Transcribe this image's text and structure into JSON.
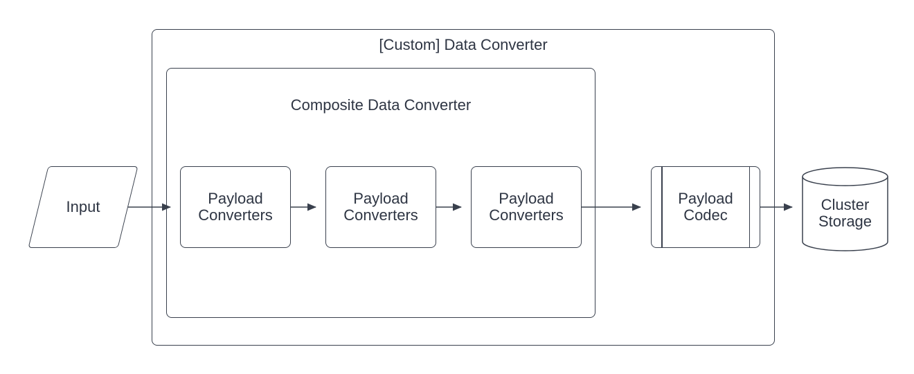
{
  "diagram": {
    "background": "#ffffff",
    "colors": {
      "stroke": "#39404d",
      "text": "#2e3543"
    },
    "containers": {
      "outer": {
        "label": "[Custom] Data Converter"
      },
      "inner": {
        "label": "Composite Data Converter"
      }
    },
    "nodes": {
      "input": {
        "label": "Input",
        "shape": "parallelogram"
      },
      "converters": [
        {
          "label": "Payload\nConverters",
          "shape": "rounded-rectangle"
        },
        {
          "label": "Payload\nConverters",
          "shape": "rounded-rectangle"
        },
        {
          "label": "Payload\nConverters",
          "shape": "rounded-rectangle"
        }
      ],
      "codec": {
        "label": "Payload\nCodec",
        "shape": "predefined-process"
      },
      "storage": {
        "label": "Cluster\nStorage",
        "shape": "cylinder"
      }
    },
    "edges": [
      {
        "from": "input",
        "to": "payload-converters-1"
      },
      {
        "from": "payload-converters-1",
        "to": "payload-converters-2"
      },
      {
        "from": "payload-converters-2",
        "to": "payload-converters-3"
      },
      {
        "from": "payload-converters-3",
        "to": "payload-codec"
      },
      {
        "from": "payload-codec",
        "to": "cluster-storage"
      }
    ]
  }
}
